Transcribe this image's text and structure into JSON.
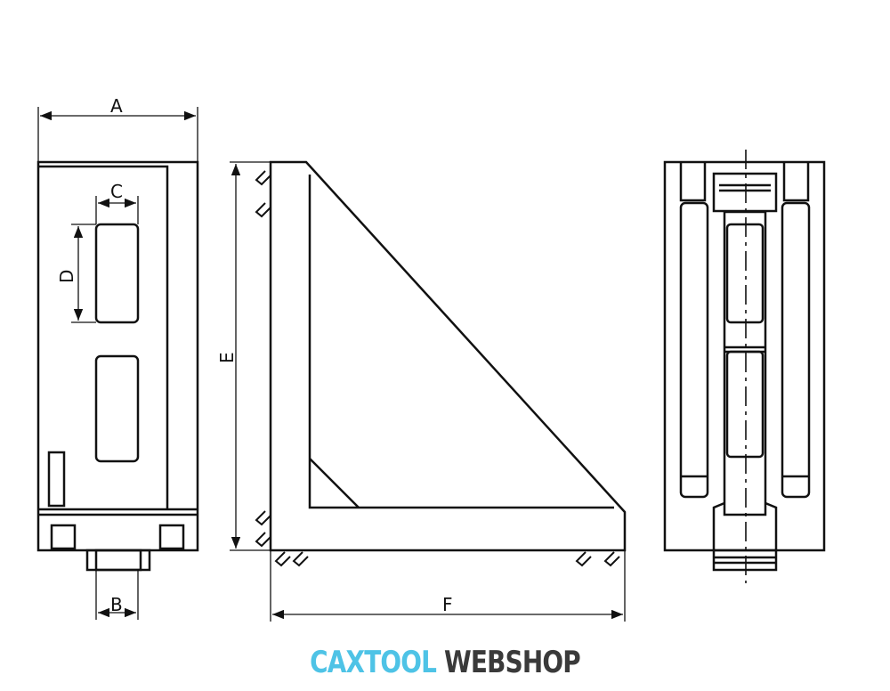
{
  "dimensions": {
    "a": "A",
    "b": "B",
    "c": "C",
    "d": "D",
    "e": "E",
    "f": "F"
  },
  "logo": {
    "part1": "CAXTOOL",
    "part2": "WEBSHOP",
    "color1": "#4ec3e6",
    "color2": "#3a3a3a"
  }
}
